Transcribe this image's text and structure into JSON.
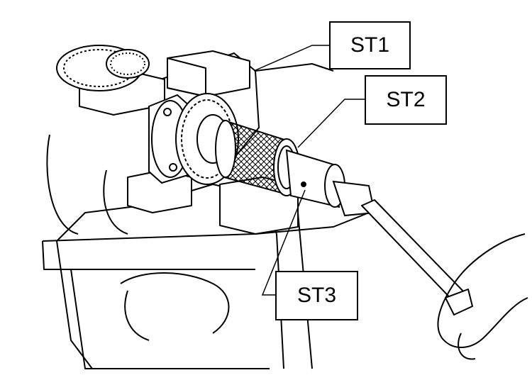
{
  "labels": {
    "st1": "ST1",
    "st2": "ST2",
    "st3": "ST3"
  },
  "colors": {
    "line": "#000000",
    "background": "#ffffff"
  }
}
